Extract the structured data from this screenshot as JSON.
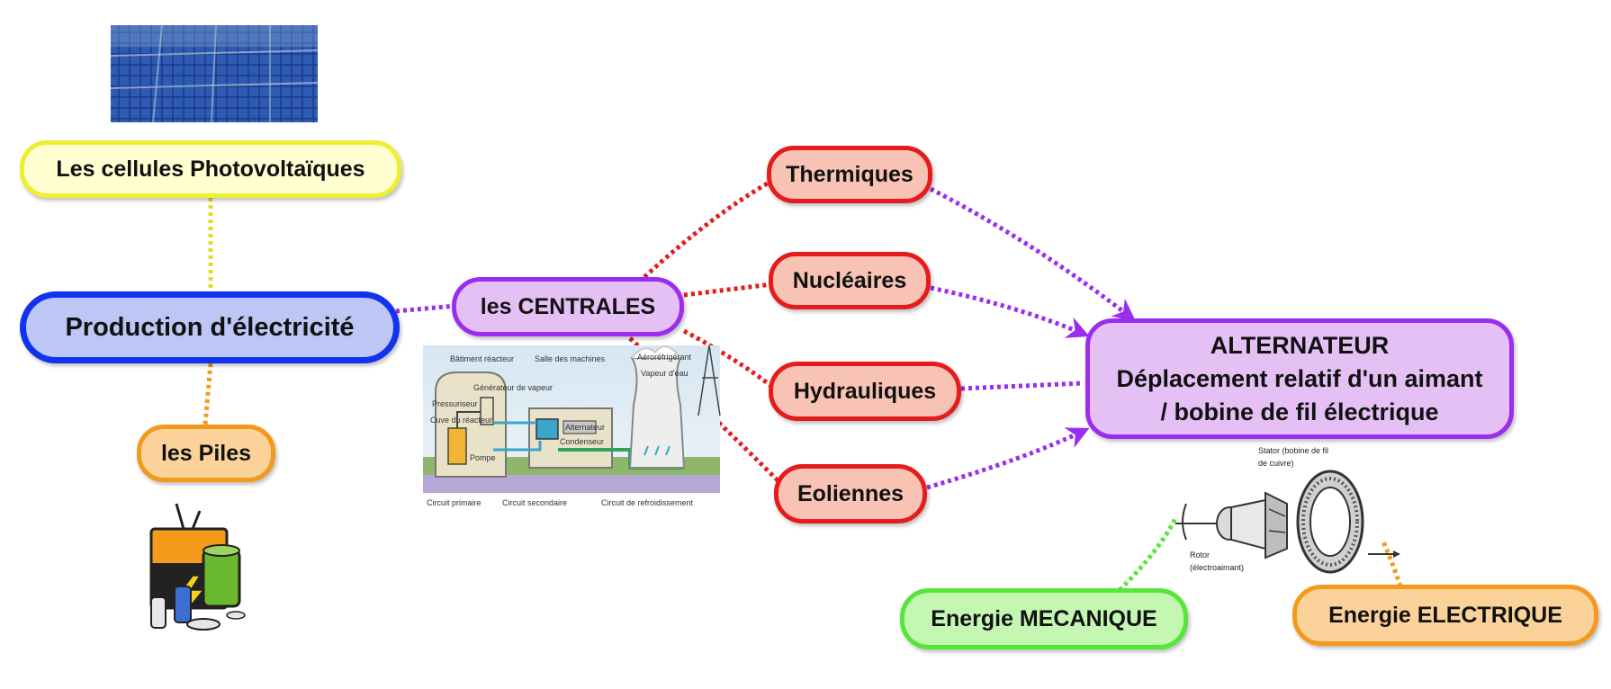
{
  "nodes": {
    "production": "Production d'électricité",
    "photovoltaiques": "Les cellules Photovoltaïques",
    "piles": "les Piles",
    "centrales": "les CENTRALES",
    "thermiques": "Thermiques",
    "nucleaires": "Nucléaires",
    "hydrauliques": "Hydrauliques",
    "eoliennes": "Eoliennes",
    "alternateur": {
      "line1": "ALTERNATEUR",
      "line2": "Déplacement relatif d'un aimant",
      "line3": "/ bobine de fil électrique"
    },
    "mecanique": "Energie MECANIQUE",
    "electrique": "Energie ELECTRIQUE"
  },
  "plant_labels": {
    "batiment": "Bâtiment réacteur",
    "salle": "Salle des machines",
    "aerorefrigerant": "Aéroréfrigérant",
    "vapeur_eau": "Vapeur d'eau",
    "generateur": "Générateur de vapeur",
    "pressuriseur": "Pressuriseur",
    "cuve": "Cuve du réacteur",
    "pompe": "Pompe",
    "alternateur": "Alternateur",
    "condenseur": "Condenseur",
    "circuit_primaire": "Circuit primaire",
    "circuit_secondaire": "Circuit secondaire",
    "circuit_refroid": "Circuit de refroidissement"
  },
  "alternator_labels": {
    "stator1": "Stator (bobine de fil",
    "stator2": "de cuivre)",
    "rotor1": "Rotor",
    "rotor2": "(électroaimant)"
  },
  "colors": {
    "production": "#1133ee",
    "photovoltaiques": "#eeee33",
    "piles": "#f39a1e",
    "centrales": "#9b2df0",
    "sources": "#e51c1c",
    "alternateur": "#9b2df0",
    "mecanique": "#55e63a",
    "electrique": "#f39a1e"
  }
}
